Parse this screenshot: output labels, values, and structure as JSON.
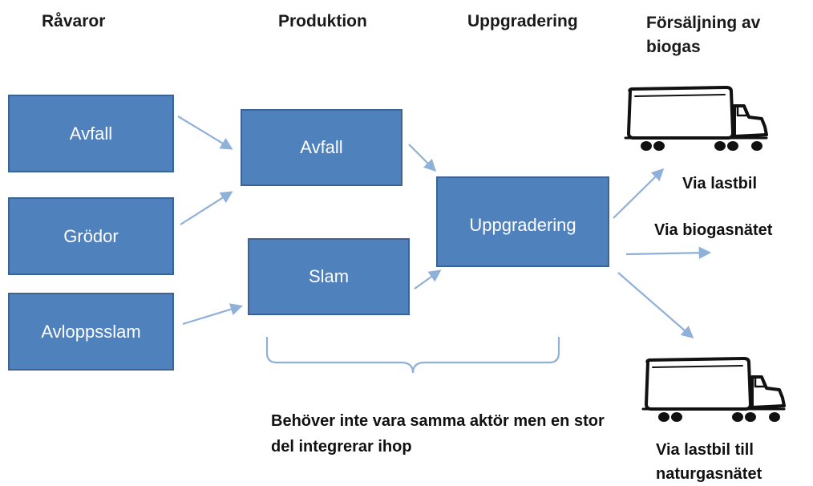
{
  "headings": {
    "ravaror": "Råvaror",
    "produktion": "Produktion",
    "uppgradering": "Uppgradering",
    "forsaljning": "Försäljning av biogas"
  },
  "boxes": {
    "avfall_raw": "Avfall",
    "grodor": "Grödor",
    "avloppsslam": "Avloppsslam",
    "avfall_prod": "Avfall",
    "slam": "Slam",
    "uppgradering": "Uppgradering"
  },
  "outputs": {
    "via_lastbil": "Via lastbil",
    "via_biogasnatet": "Via biogasnätet",
    "via_lastbil_naturgas": "Via lastbil till naturgasnätet"
  },
  "note": "Behöver inte vara samma aktör men en stor del integrerar ihop",
  "colors": {
    "box_fill": "#4f81bd",
    "box_border": "#3d6394",
    "arrow": "#8fb0d8",
    "bracket": "#8fb0d8"
  },
  "icons": [
    "truck-icon",
    "truck-icon"
  ]
}
